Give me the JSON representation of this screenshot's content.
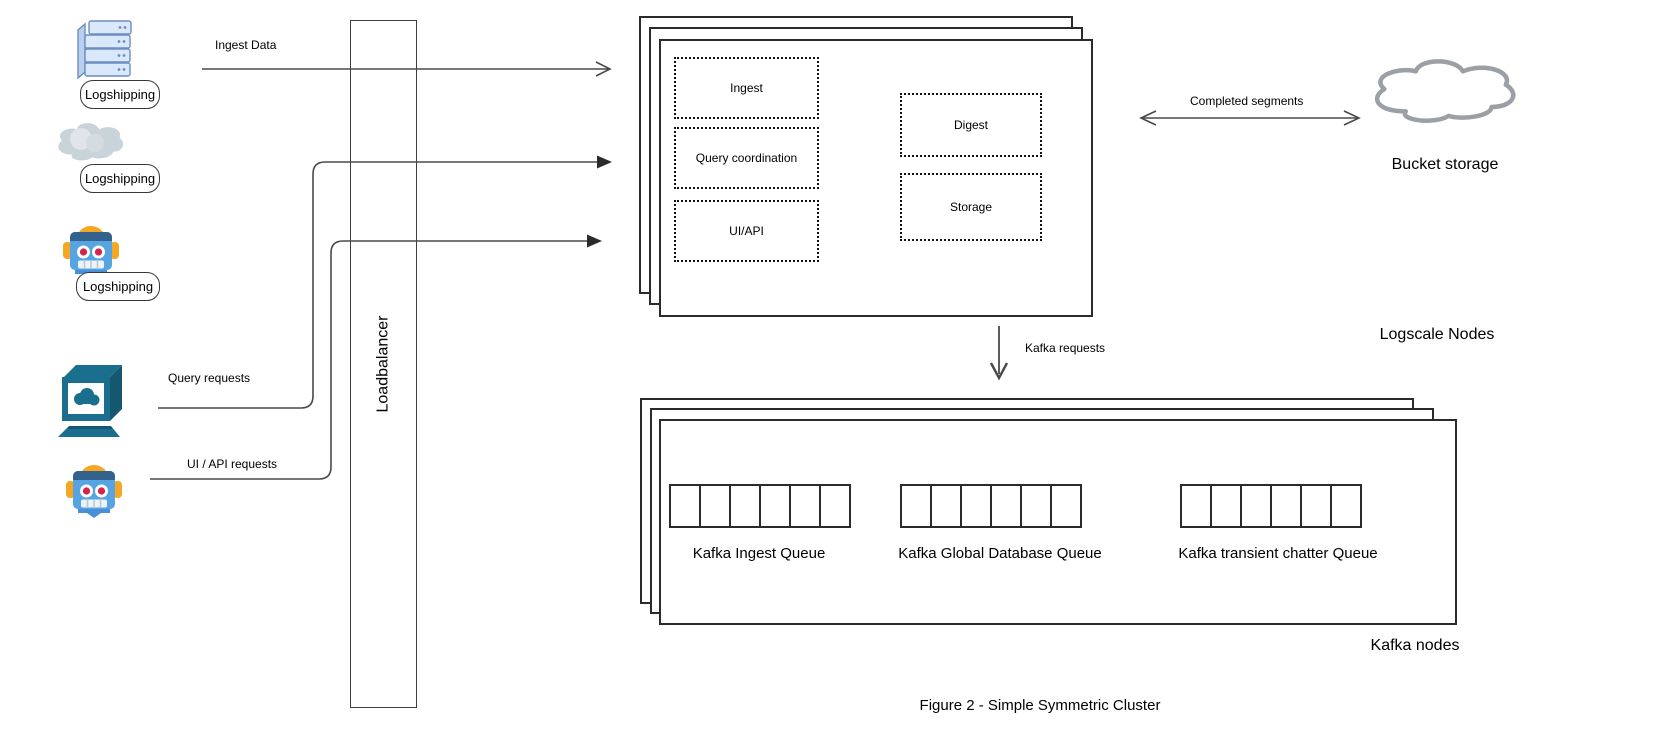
{
  "figure": {
    "caption": "Figure 2 - Simple Symmetric Cluster"
  },
  "loadbalancer": {
    "label": "Loadbalancer"
  },
  "logshipping_sources": [
    {
      "icon": "server-stack-icon",
      "label": "Logshipping"
    },
    {
      "icon": "cloud-icon",
      "label": "Logshipping"
    },
    {
      "icon": "robot-icon",
      "label": "Logshipping"
    }
  ],
  "flows": {
    "ingest_data": "Ingest Data",
    "query_requests": "Query requests",
    "ui_api_requests": "UI / API requests",
    "kafka_requests": "Kafka requests",
    "completed_segments": "Completed segments"
  },
  "logscale": {
    "stack_label": "Logscale Nodes",
    "modules_left": [
      "Ingest",
      "Query coordination",
      "UI/API"
    ],
    "modules_right": [
      "Digest",
      "Storage"
    ]
  },
  "bucket": {
    "label": "Bucket storage"
  },
  "kafka": {
    "stack_label": "Kafka nodes",
    "queues": [
      {
        "label": "Kafka Ingest Queue",
        "cells": 6
      },
      {
        "label": "Kafka Global Database Queue",
        "cells": 6
      },
      {
        "label": "Kafka transient chatter Queue",
        "cells": 6
      }
    ]
  },
  "colors": {
    "connector": "#4a4a4a",
    "box_border": "#2b2b2b",
    "cloud_stroke": "#9aa0a5",
    "server_fill": "#dae8fc",
    "server_stroke": "#6c8ebf",
    "robot_blue": "#56a4e1",
    "robot_orange": "#f5a623",
    "computer_teal": "#1a6e8e"
  }
}
